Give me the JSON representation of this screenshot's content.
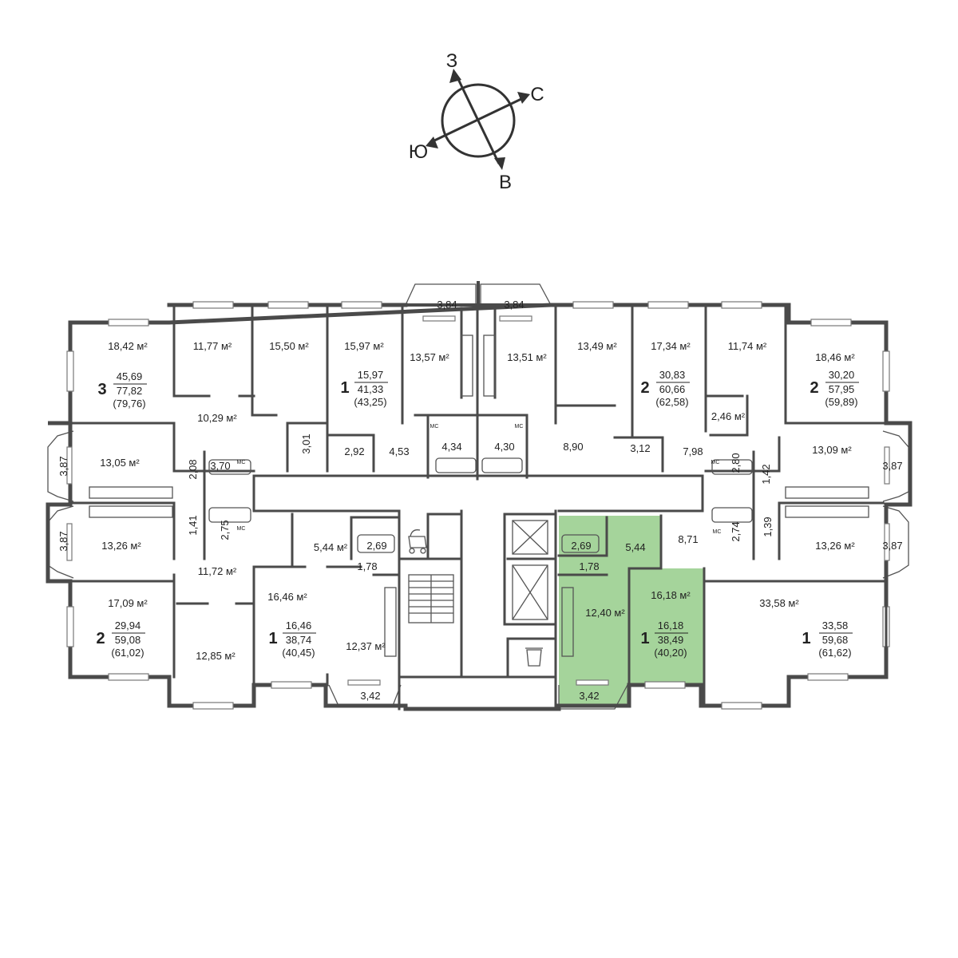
{
  "compass": {
    "west": "З",
    "north": "С",
    "south": "Ю",
    "east": "В"
  },
  "unit": "м²",
  "rooms": [
    "18,42 м²",
    "11,77 м²",
    "15,50 м²",
    "15,97 м²",
    "13,57 м²",
    "13,51 м²",
    "13,49 м²",
    "17,34 м²",
    "11,74 м²",
    "18,46 м²",
    "10,29 м²",
    "13,05 м²",
    "13,26 м²",
    "11,72 м²",
    "17,09 м²",
    "12,85 м²",
    "5,44 м²",
    "16,46 м²",
    "12,37 м²",
    "12,40 м²",
    "16,18 м²",
    "33,58 м²",
    "13,09 м²",
    "13,26 м²",
    "2,46 м²"
  ],
  "small_areas": [
    "3,84",
    "3,84",
    "3,01",
    "2,92",
    "4,53",
    "4,34",
    "4,30",
    "8,90",
    "3,12",
    "7,98",
    "3,87",
    "3,87",
    "3,87",
    "3,87",
    "2,08",
    "3,70",
    "1,41",
    "2,75",
    "2,69",
    "1,78",
    "2,69",
    "1,78",
    "5,44",
    "8,71",
    "2,80",
    "1,42",
    "2,74",
    "1,39",
    "3,42",
    "3,42"
  ],
  "apartments": [
    {
      "rooms": "3",
      "living": "45,69",
      "total": "77,82",
      "total_with_balcony": "(79,76)"
    },
    {
      "rooms": "1",
      "living": "15,97",
      "total": "41,33",
      "total_with_balcony": "(43,25)"
    },
    {
      "rooms": "2",
      "living": "30,83",
      "total": "60,66",
      "total_with_balcony": "(62,58)"
    },
    {
      "rooms": "2",
      "living": "30,20",
      "total": "57,95",
      "total_with_balcony": "(59,89)"
    },
    {
      "rooms": "2",
      "living": "29,94",
      "total": "59,08",
      "total_with_balcony": "(61,02)"
    },
    {
      "rooms": "1",
      "living": "16,46",
      "total": "38,74",
      "total_with_balcony": "(40,45)"
    },
    {
      "rooms": "1",
      "living": "16,18",
      "total": "38,49",
      "total_with_balcony": "(40,20)"
    },
    {
      "rooms": "1",
      "living": "33,58",
      "total": "59,68",
      "total_with_balcony": "(61,62)"
    }
  ],
  "fixture_label": "МС",
  "colors": {
    "wall": "#4a4a4a",
    "highlight": "#a5d49b",
    "background": "#ffffff",
    "text": "#222222"
  }
}
